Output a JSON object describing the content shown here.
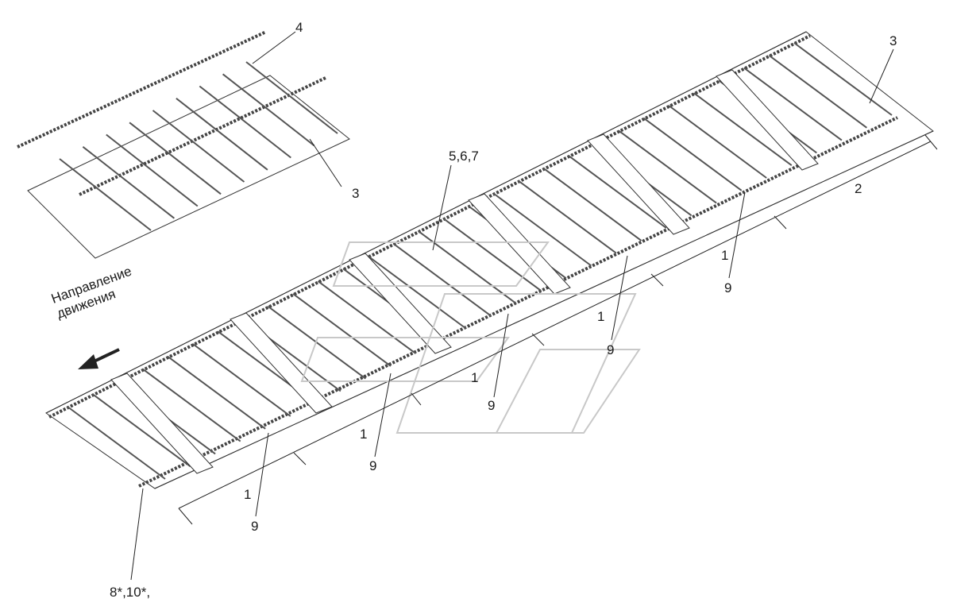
{
  "direction": {
    "line1": "Направление",
    "line2": "движения"
  },
  "labels": {
    "part_4": "4",
    "part_3_inset": "3",
    "part_3_main": "3",
    "part_567": "5,6,7",
    "part_2": "2",
    "seg_1a": "1",
    "seg_1b": "1",
    "seg_1c": "1",
    "seg_1d": "1",
    "seg_1e": "1",
    "joint_9a": "9",
    "joint_9b": "9",
    "joint_9c": "9",
    "joint_9d": "9",
    "joint_9e": "9",
    "part_8_10": "8*,10*,"
  },
  "colors": {
    "line": "#333333",
    "fill": "#ffffff",
    "arrow": "#222222"
  }
}
